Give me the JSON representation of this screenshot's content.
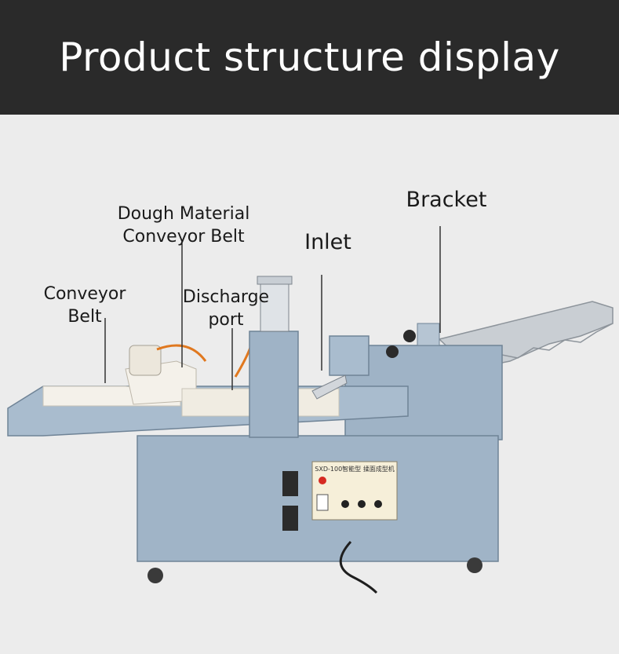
{
  "header": {
    "title": "Product structure display"
  },
  "labels": {
    "conveyor_belt": [
      "Conveyor",
      "Belt"
    ],
    "dough_material": [
      "Dough Material",
      "Conveyor Belt"
    ],
    "discharge_port": [
      "Discharge",
      "port"
    ],
    "inlet": "Inlet",
    "bracket": "Bracket"
  },
  "control_panel": {
    "model": "SXD-100智能型 揉面成型机"
  },
  "colors": {
    "header_bg": "#2a2a2a",
    "body_bg": "#ececec",
    "machine": "#9fb3c6",
    "belt": "#f4f1ea"
  }
}
